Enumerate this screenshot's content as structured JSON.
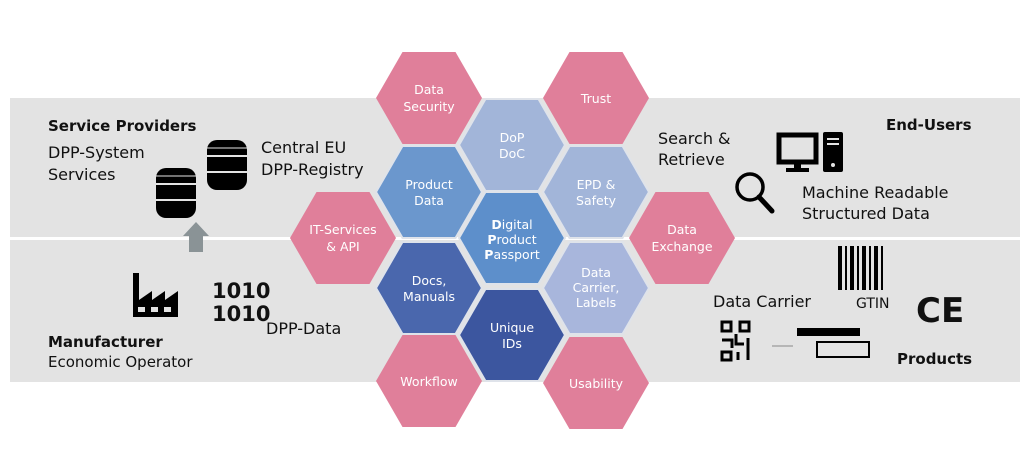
{
  "colors": {
    "pink": "#e07f9a",
    "light_blue": "#a2b5d9",
    "mid_blue": "#6b97cd",
    "center_blue": "#5d8fcb",
    "dark_blue": "#4a67ad",
    "darkest_blue": "#3c569f",
    "band": "#e3e3e3"
  },
  "left": {
    "service_providers": "Service Providers",
    "dpp_system": [
      "DPP-System",
      "Services"
    ],
    "central_registry": [
      "Central EU",
      "DPP-Registry"
    ],
    "manufacturer": "Manufacturer",
    "economic_operator": "Economic Operator",
    "binary": [
      "1010",
      "1010"
    ],
    "dpp_data": "DPP-Data"
  },
  "right": {
    "search": [
      "Search &",
      "Retrieve"
    ],
    "end_users": "End-Users",
    "machine_readable": [
      "Machine Readable",
      "Structured Data"
    ],
    "data_carrier": "Data Carrier",
    "gtin": "GTIN",
    "ce": "CE",
    "products": "Products"
  },
  "hexagons": {
    "data_security": [
      "Data",
      "Security"
    ],
    "trust": "Trust",
    "dop_doc": [
      "DoP",
      "DoC"
    ],
    "product_data": [
      "Product",
      "Data"
    ],
    "epd_safety": [
      "EPD &",
      "Safety"
    ],
    "it_services": [
      "IT-Services",
      "& API"
    ],
    "dpp": {
      "l1a": "D",
      "l1b": "igital",
      "l2a": "P",
      "l2b": "roduct",
      "l3a": "P",
      "l3b": "assport"
    },
    "data_exchange": [
      "Data",
      "Exchange"
    ],
    "docs_manuals": [
      "Docs,",
      "Manuals"
    ],
    "data_carrier": [
      "Data",
      "Carrier,",
      "Labels"
    ],
    "unique_ids": [
      "Unique",
      "IDs"
    ],
    "workflow": "Workflow",
    "usability": "Usability"
  }
}
